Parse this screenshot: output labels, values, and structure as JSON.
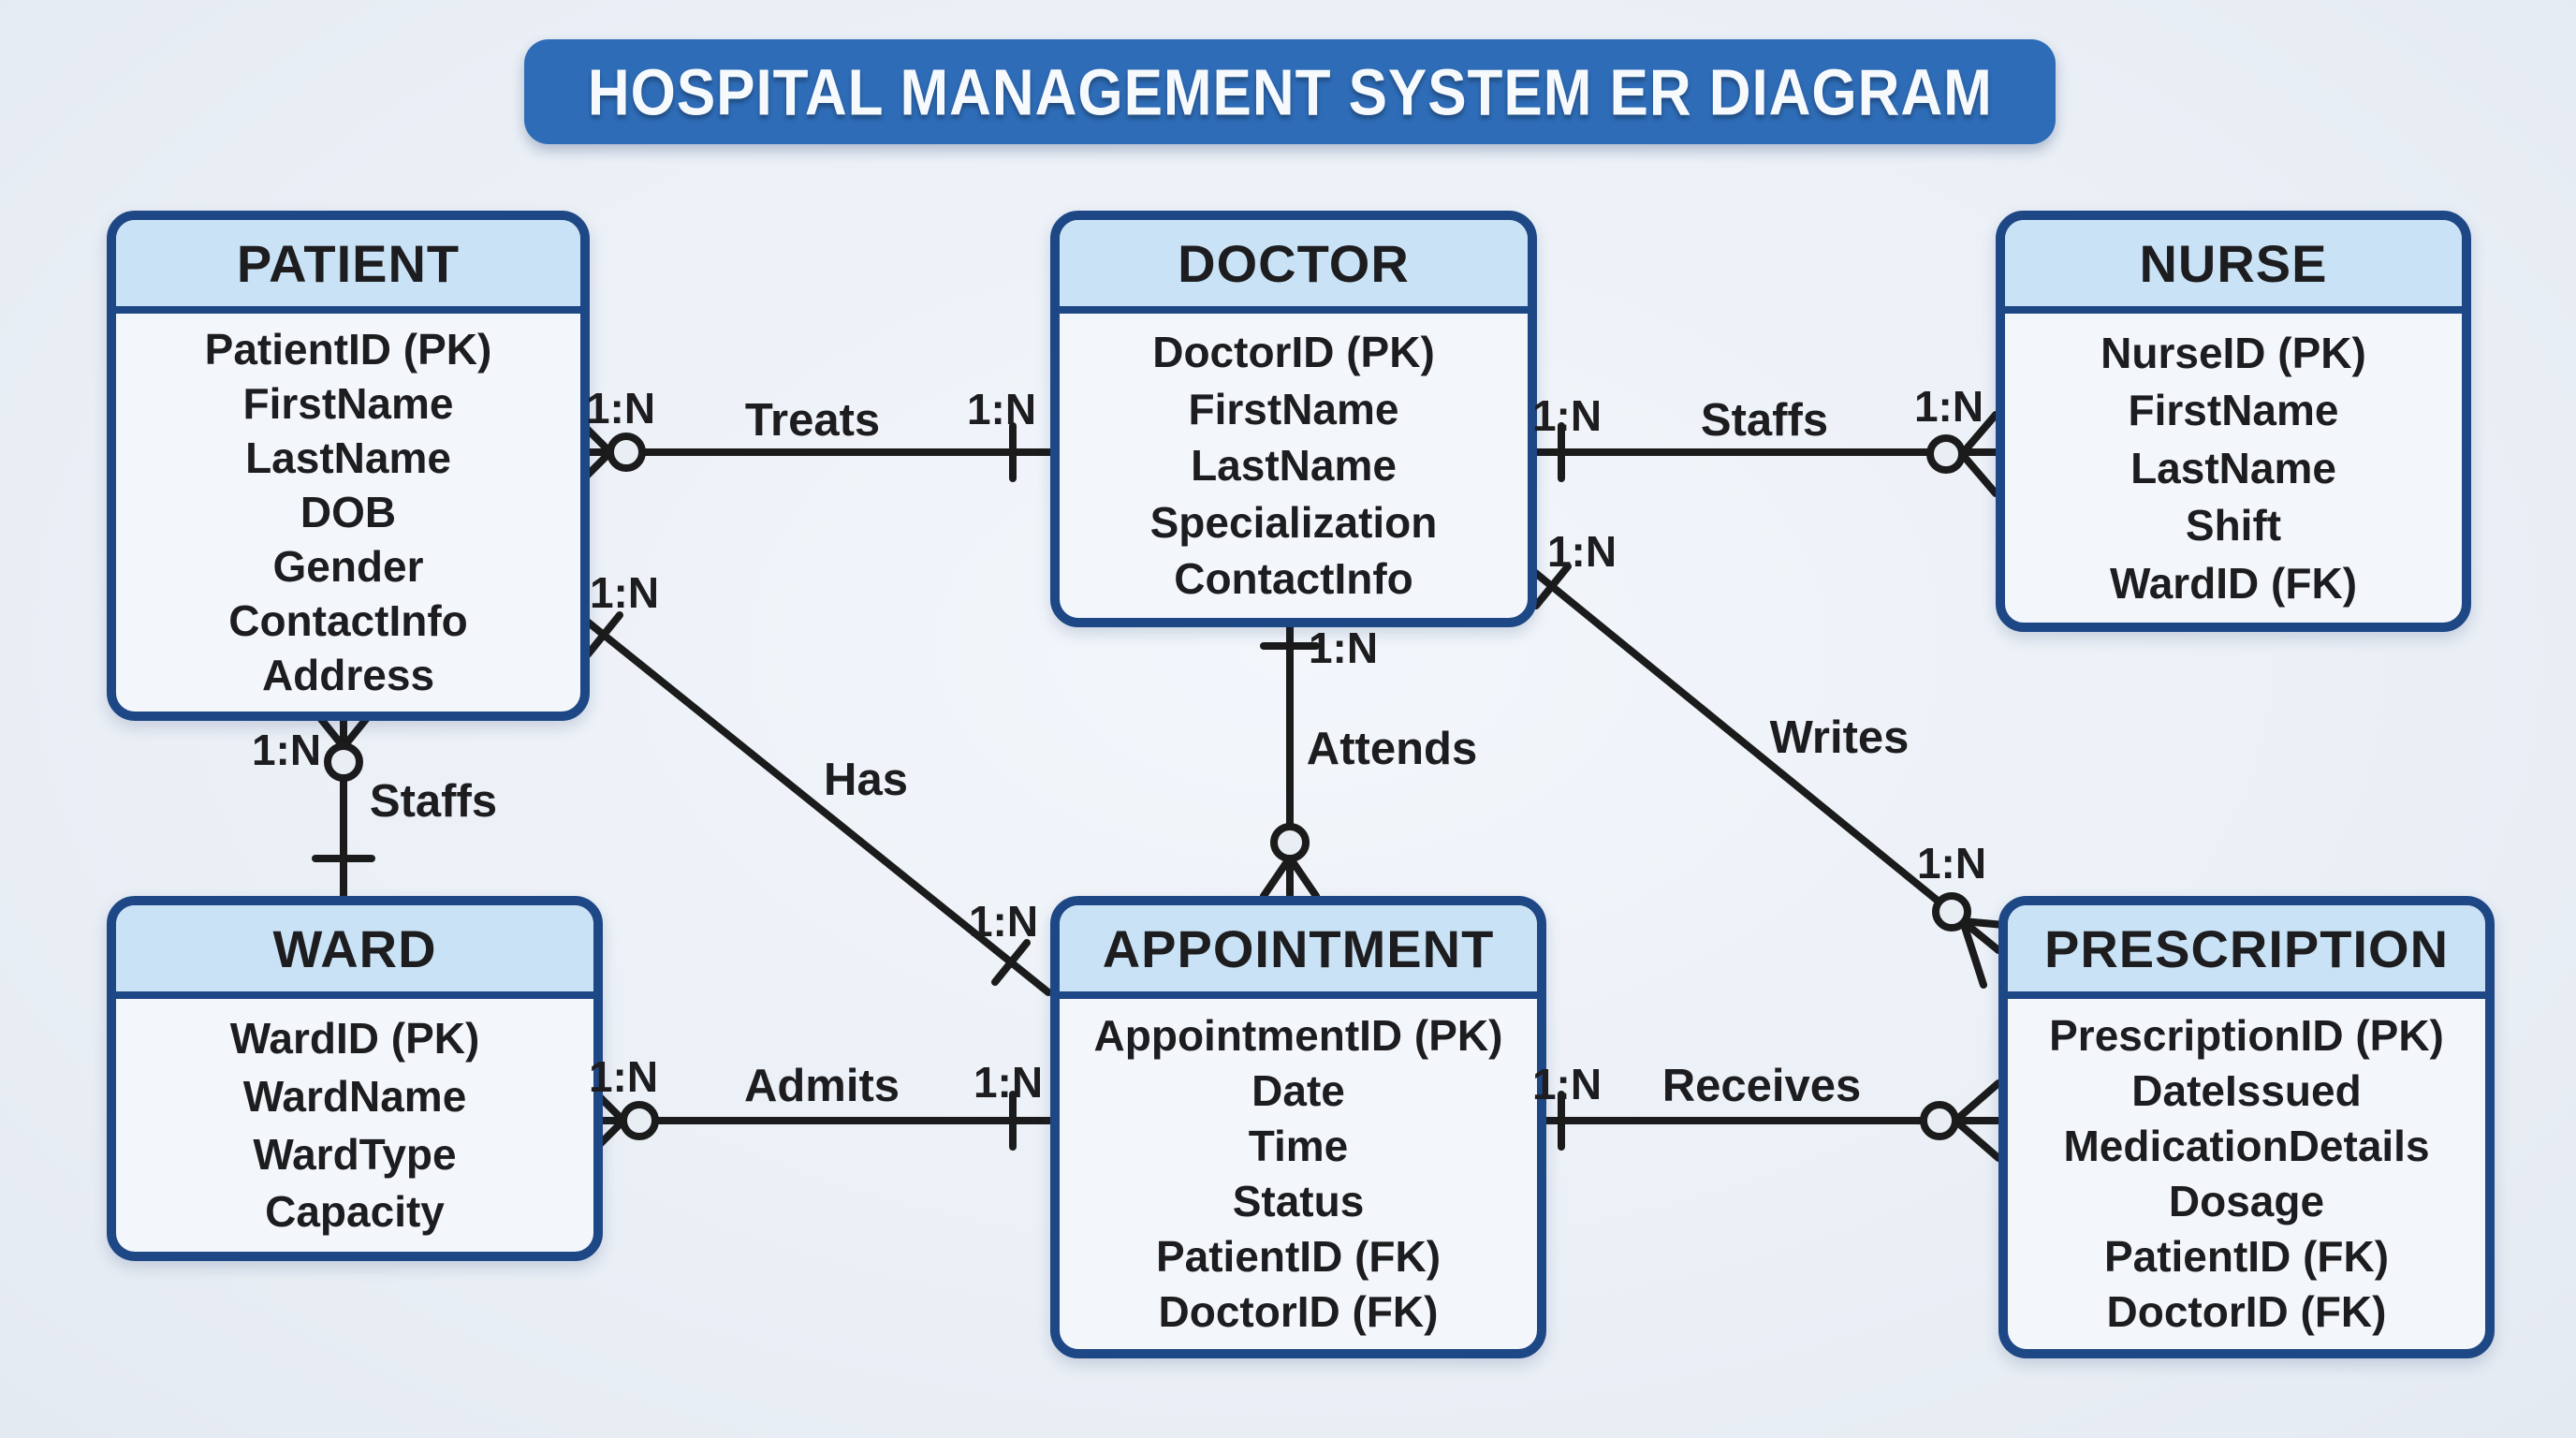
{
  "title": "HOSPITAL MANAGEMENT SYSTEM ER DIAGRAM",
  "colors": {
    "background": "#e9eef5",
    "banner_bg": "#2e6cb7",
    "banner_text": "#f7fafd",
    "entity_border": "#1e4785",
    "entity_header_bg": "#c9e2f6",
    "entity_body_bg": "#f3f7fc",
    "line_color": "#1b1b1b",
    "text_color": "#1d1d1f"
  },
  "entities": [
    {
      "name": "PATIENT",
      "attributes": [
        "PatientID (PK)",
        "FirstName",
        "LastName",
        "DOB",
        "Gender",
        "ContactInfo",
        "Address"
      ]
    },
    {
      "name": "DOCTOR",
      "attributes": [
        "DoctorID (PK)",
        "FirstName",
        "LastName",
        "Specialization",
        "ContactInfo"
      ]
    },
    {
      "name": "NURSE",
      "attributes": [
        "NurseID (PK)",
        "FirstName",
        "LastName",
        "Shift",
        "WardID (FK)"
      ]
    },
    {
      "name": "WARD",
      "attributes": [
        "WardID (PK)",
        "WardName",
        "WardType",
        "Capacity"
      ]
    },
    {
      "name": "APPOINTMENT",
      "attributes": [
        "AppointmentID (PK)",
        "Date",
        "Time",
        "Status",
        "PatientID (FK)",
        "DoctorID (FK)"
      ]
    },
    {
      "name": "PRESCRIPTION",
      "attributes": [
        "PrescriptionID (PK)",
        "DateIssued",
        "MedicationDetails",
        "Dosage",
        "PatientID (FK)",
        "DoctorID (FK)"
      ]
    }
  ],
  "relationships": [
    {
      "name": "Treats",
      "from": "PATIENT",
      "to": "DOCTOR",
      "left_cardinality": "1:N",
      "right_cardinality": "1:N"
    },
    {
      "name": "Staffs",
      "from": "DOCTOR",
      "to": "NURSE",
      "left_cardinality": "1:N",
      "right_cardinality": "1:N"
    },
    {
      "name": "Staffs",
      "from": "PATIENT",
      "to": "WARD",
      "cardinality": "1:N"
    },
    {
      "name": "Has",
      "from": "PATIENT",
      "to": "APPOINTMENT",
      "left_cardinality": "1:N",
      "right_cardinality": "1:N"
    },
    {
      "name": "Attends",
      "from": "DOCTOR",
      "to": "APPOINTMENT",
      "cardinality": "1:N"
    },
    {
      "name": "Writes",
      "from": "DOCTOR",
      "to": "PRESCRIPTION",
      "left_cardinality": "1:N",
      "right_cardinality": "1:N"
    },
    {
      "name": "Admits",
      "from": "WARD",
      "to": "APPOINTMENT",
      "left_cardinality": "1:N",
      "right_cardinality": "1:N"
    },
    {
      "name": "Receives",
      "from": "APPOINTMENT",
      "to": "PRESCRIPTION",
      "cardinality": "1:N"
    }
  ]
}
